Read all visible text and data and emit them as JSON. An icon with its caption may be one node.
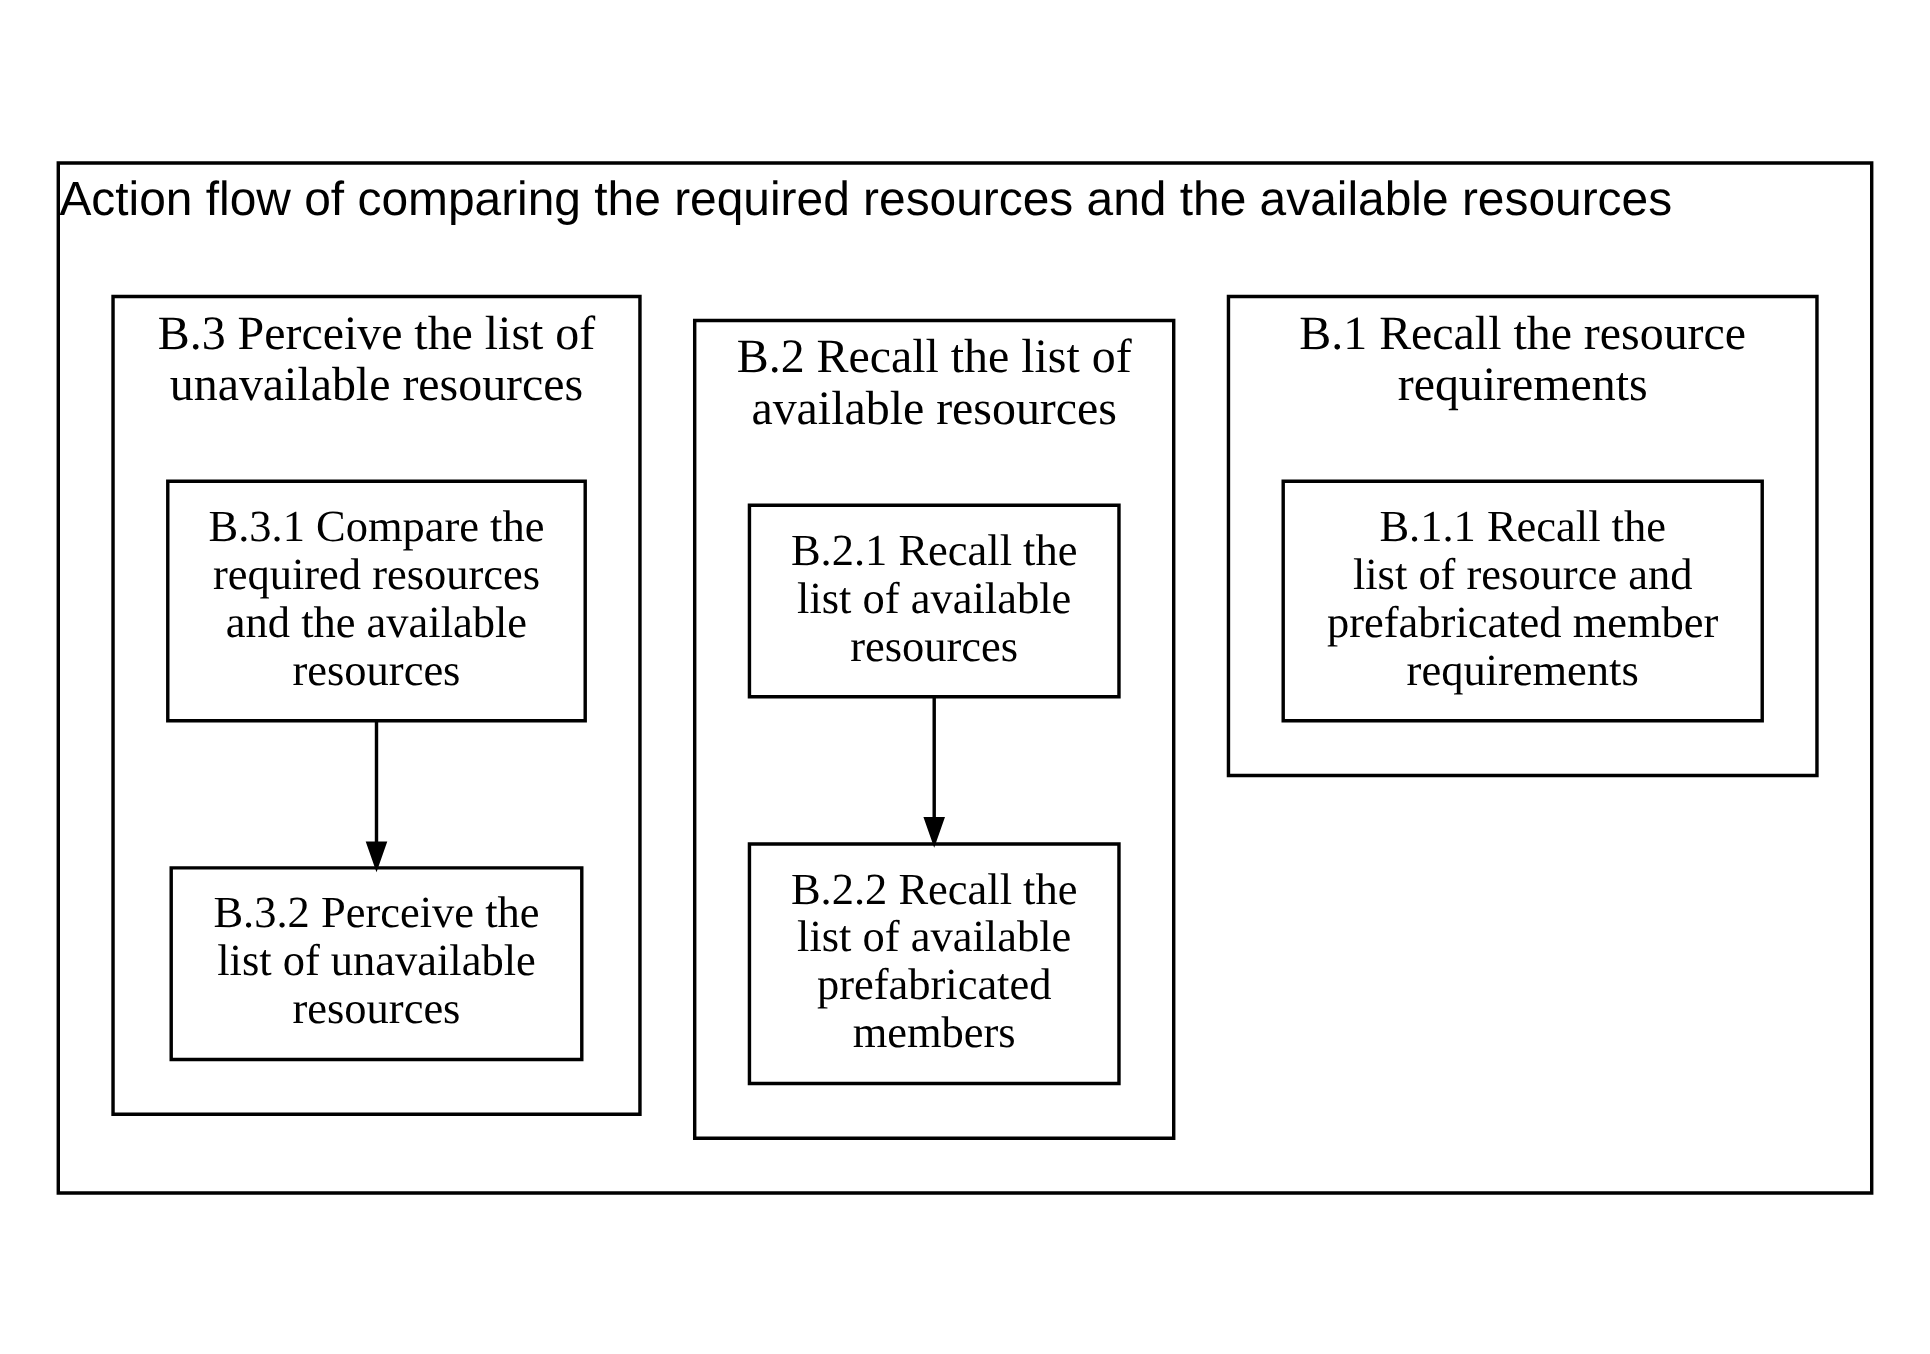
{
  "diagram": {
    "nodes": [
      {
        "text": [
          "Action flow of comparing the required resources and the available resources"
        ]
      },
      {
        "text": [
          "B.1 Recall the resource requirements"
        ],
        "in": 0
      },
      {
        "text": [
          "B.1.1 Recall the list of resource and prefabricated member requirements"
        ],
        "in": 1
      },
      {
        "text": [
          "B.2 Recall the list of available resources"
        ],
        "in": 0
      },
      {
        "text": [
          "B.2.1 Recall the list of available resources"
        ],
        "in": 3
      },
      {
        "text": [
          "B.2.2 Recall the list of available prefabricated members"
        ],
        "in": 3
      },
      {
        "text": [
          "B.3 Perceive the list of unavailable resources"
        ],
        "in": 0
      },
      {
        "text": [
          "B.3.1 Compare the required resources and the available resources"
        ],
        "in": 6
      },
      {
        "text": [
          "B.3.2 Perceive the list of unavailable resources"
        ],
        "in": 6
      }
    ],
    "edges": [
      {
        "from": 4,
        "to": 5,
        "arrow": "to"
      },
      {
        "from": 7,
        "to": 8,
        "arrow": "to"
      }
    ]
  }
}
